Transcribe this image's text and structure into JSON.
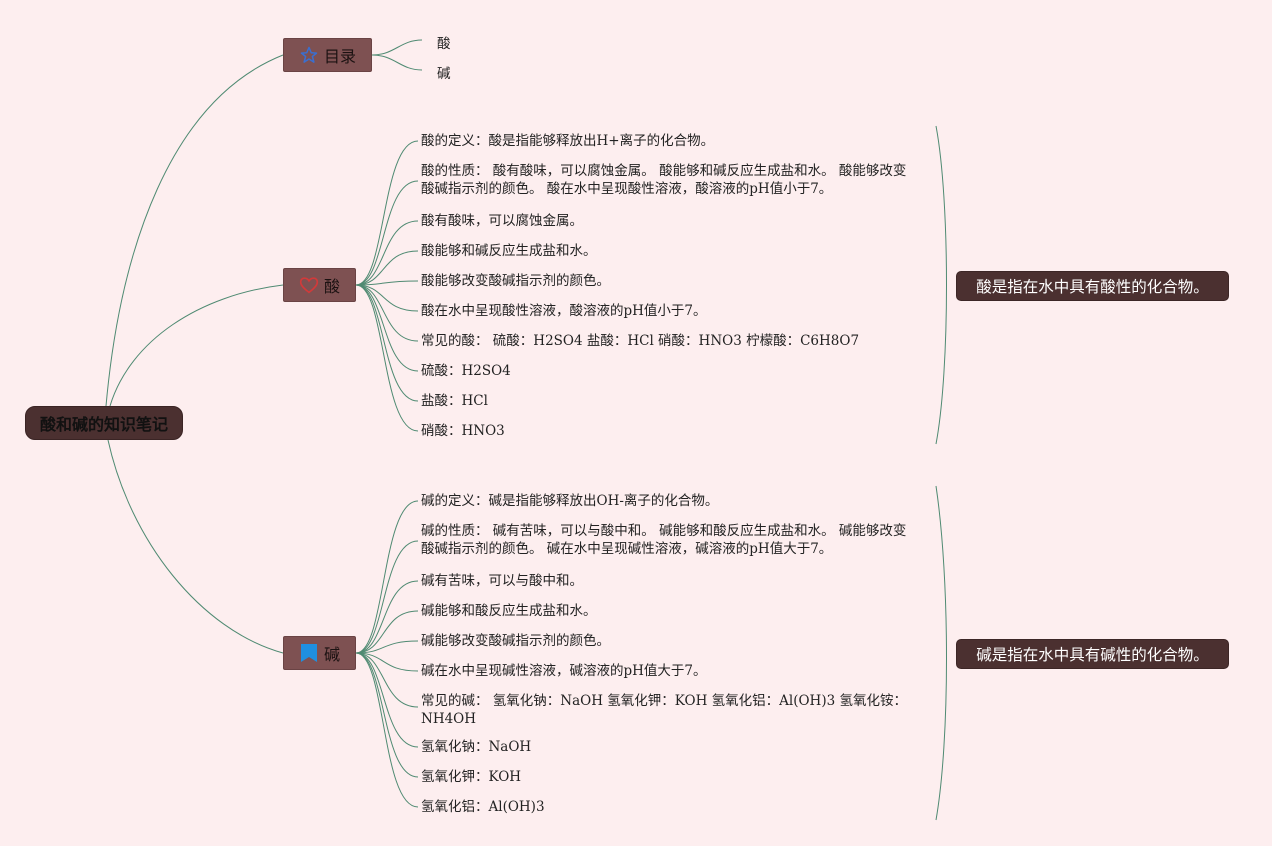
{
  "root": {
    "label": "酸和碱的知识笔记"
  },
  "catalog": {
    "label": "目录",
    "icon": "star-icon",
    "items": [
      "酸",
      "碱"
    ]
  },
  "acid": {
    "label": "酸",
    "icon": "heart-icon",
    "items": [
      "酸的定义：酸是指能够释放出H+离子的化合物。",
      "酸的性质： 酸有酸味，可以腐蚀金属。 酸能够和碱反应生成盐和水。 酸能够改变酸碱指示剂的颜色。 酸在水中呈现酸性溶液，酸溶液的pH值小于7。",
      "酸有酸味，可以腐蚀金属。",
      "酸能够和碱反应生成盐和水。",
      "酸能够改变酸碱指示剂的颜色。",
      "酸在水中呈现酸性溶液，酸溶液的pH值小于7。",
      "常见的酸： 硫酸：H2SO4 盐酸：HCl 硝酸：HNO3 柠檬酸：C6H8O7",
      "硫酸：H2SO4",
      "盐酸：HCl",
      "硝酸：HNO3"
    ],
    "summary": "酸是指在水中具有酸性的化合物。"
  },
  "base": {
    "label": "碱",
    "icon": "flag-icon",
    "items": [
      "碱的定义：碱是指能够释放出OH-离子的化合物。",
      "碱的性质： 碱有苦味，可以与酸中和。 碱能够和酸反应生成盐和水。 碱能够改变酸碱指示剂的颜色。 碱在水中呈现碱性溶液，碱溶液的pH值大于7。",
      "碱有苦味，可以与酸中和。",
      "碱能够和酸反应生成盐和水。",
      "碱能够改变酸碱指示剂的颜色。",
      "碱在水中呈现碱性溶液，碱溶液的pH值大于7。",
      "常见的碱： 氢氧化钠：NaOH 氢氧化钾：KOH 氢氧化铝：Al(OH)3 氢氧化铵：NH4OH",
      "氢氧化钠：NaOH",
      "氢氧化钾：KOH",
      "氢氧化铝：Al(OH)3"
    ],
    "summary": "碱是指在水中具有碱性的化合物。"
  },
  "colors": {
    "background": "#fdeeef",
    "node_fill": "#7e5152",
    "root_fill": "#4b3030",
    "connector": "#4f8a72",
    "star": "#3a6fd0",
    "heart": "#d23a3a",
    "flag": "#1f8fe0"
  }
}
